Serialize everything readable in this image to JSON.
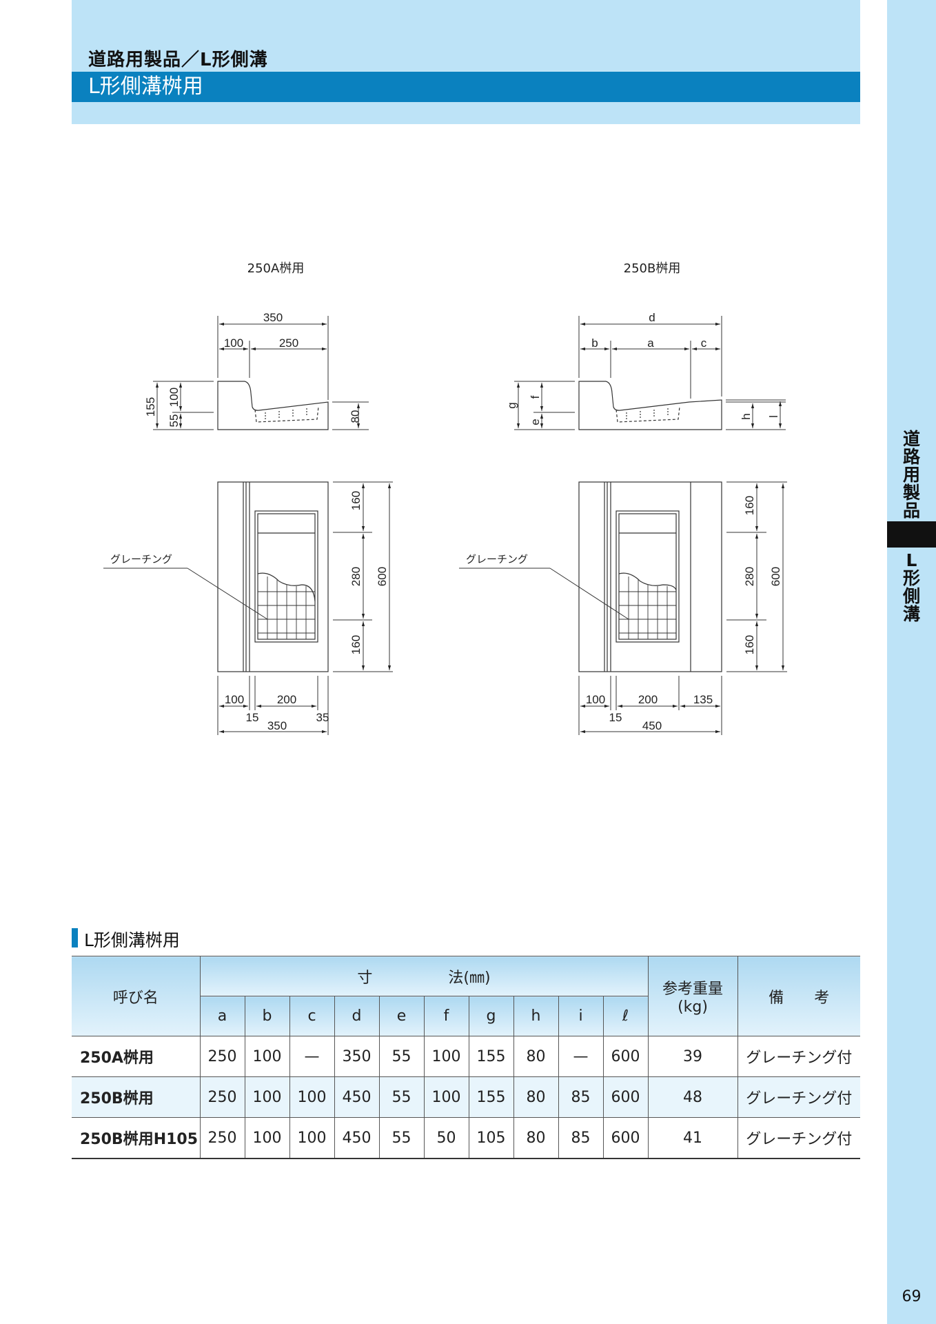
{
  "header": {
    "category": "道路用製品／L形側溝",
    "title": "L形側溝桝用"
  },
  "side_tab": {
    "top_chars": [
      "道",
      "路",
      "用",
      "製",
      "品"
    ],
    "bottom_chars": [
      "L",
      "形",
      "側",
      "溝"
    ]
  },
  "page_number": "69",
  "drawings": {
    "a": {
      "title": "250A桝用",
      "d_total": "350",
      "d_b": "100",
      "d_a": "250",
      "h_total": "155",
      "h_f": "100",
      "h_e": "55",
      "h_right": "80",
      "grating": "グレーチング",
      "p_top": "160",
      "p_mid": "280",
      "p_bot": "160",
      "p_total": "600",
      "b_100": "100",
      "b_200": "200",
      "b_15": "15",
      "b_35": "35",
      "b_total": "350"
    },
    "b": {
      "title": "250B桝用",
      "d_total": "d",
      "d_b": "b",
      "d_a": "a",
      "d_c": "c",
      "h_g": "g",
      "h_f": "f",
      "h_e": "e",
      "h_h": "h",
      "h_l": "l",
      "grating": "グレーチング",
      "p_top": "160",
      "p_mid": "280",
      "p_bot": "160",
      "p_total": "600",
      "b_100": "100",
      "b_200": "200",
      "b_135": "135",
      "b_15": "15",
      "b_total": "450"
    }
  },
  "table": {
    "section_title": "L形側溝桝用",
    "header": {
      "name": "呼び名",
      "dims_group": "寸　　　　　法(㎜)",
      "weight": "参考重量",
      "weight_unit": "(kg)",
      "notes": "備　　考",
      "columns": [
        "a",
        "b",
        "c",
        "d",
        "e",
        "f",
        "g",
        "h",
        "i",
        "ℓ"
      ]
    },
    "rows": [
      {
        "name": "250A桝用",
        "values": [
          "250",
          "100",
          "—",
          "350",
          "55",
          "100",
          "155",
          "80",
          "—",
          "600"
        ],
        "weight": "39",
        "note": "グレーチング付"
      },
      {
        "name": "250B桝用",
        "values": [
          "250",
          "100",
          "100",
          "450",
          "55",
          "100",
          "155",
          "80",
          "85",
          "600"
        ],
        "weight": "48",
        "note": "グレーチング付"
      },
      {
        "name": "250B桝用H105",
        "values": [
          "250",
          "100",
          "100",
          "450",
          "55",
          "50",
          "105",
          "80",
          "85",
          "600"
        ],
        "weight": "41",
        "note": "グレーチング付"
      }
    ]
  }
}
